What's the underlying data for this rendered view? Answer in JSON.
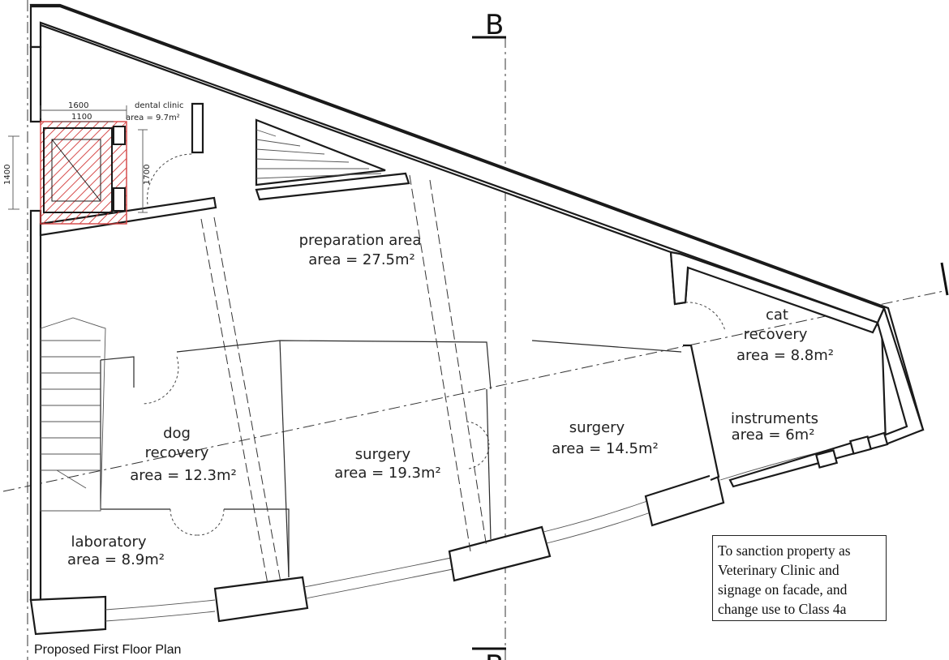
{
  "drawing": {
    "title": "Proposed First Floor Plan",
    "section_marker": "B",
    "accent_color": "#d23a3a"
  },
  "dental_clinic": {
    "label": "dental clinic",
    "area": "area = 9.7m²",
    "dim_width_outer": "1600",
    "dim_width_inner": "1100",
    "dim_height_left": "1400",
    "dim_height_right": "1700"
  },
  "rooms": {
    "preparation": {
      "name": "preparation area",
      "area": "area = 27.5m²"
    },
    "cat_recovery": {
      "name_line1": "cat",
      "name_line2": "recovery",
      "area": "area = 8.8m²"
    },
    "dog_recovery": {
      "name_line1": "dog",
      "name_line2": "recovery",
      "area": "area = 12.3m²"
    },
    "surgery_main": {
      "name": "surgery",
      "area": "area = 19.3m²"
    },
    "surgery_small": {
      "name": "surgery",
      "area": "area = 14.5m²"
    },
    "instruments": {
      "name": "instruments",
      "area": "area = 6m²"
    },
    "laboratory": {
      "name": "laboratory",
      "area": "area = 8.9m²"
    }
  },
  "note": {
    "lines": [
      "To sanction property as",
      "Veterinary Clinic and",
      "signage on facade, and",
      "change use to Class 4a"
    ]
  }
}
